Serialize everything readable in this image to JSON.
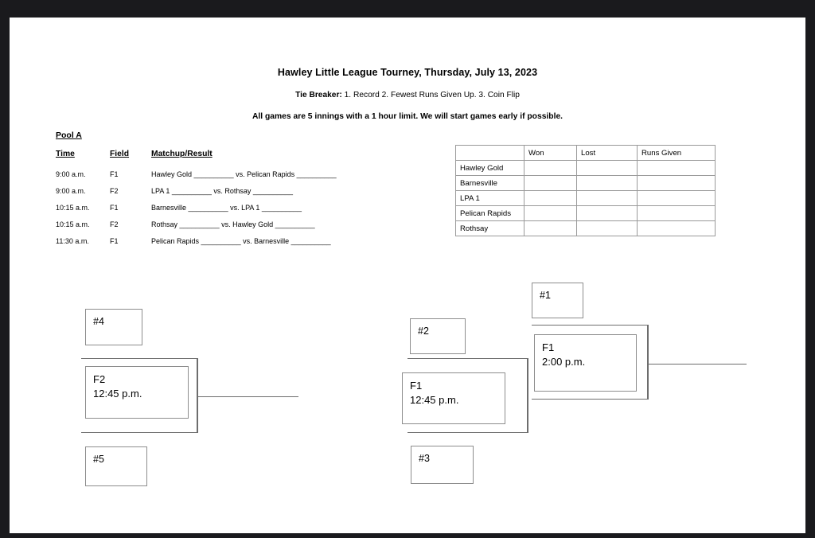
{
  "header": {
    "title": "Hawley Little League Tourney, Thursday, July 13, 2023",
    "tiebreaker_label": "Tie Breaker:",
    "tiebreaker_text": " 1. Record 2. Fewest Runs Given Up. 3. Coin Flip",
    "rules": "All games are 5 innings with a 1 hour limit. We will start games early if possible."
  },
  "pool": {
    "label": "Pool A",
    "columns": {
      "time": "Time",
      "field": "Field",
      "matchup": "Matchup/Result"
    },
    "games": [
      {
        "time": "9:00 a.m.",
        "field": "F1",
        "matchup": "Hawley Gold __________ vs. Pelican Rapids __________"
      },
      {
        "time": "9:00 a.m.",
        "field": "F2",
        "matchup": "LPA 1 __________ vs. Rothsay __________"
      },
      {
        "time": "10:15 a.m.",
        "field": "F1",
        "matchup": "Barnesville __________ vs. LPA 1 __________"
      },
      {
        "time": "10:15 a.m.",
        "field": "F2",
        "matchup": "Rothsay __________ vs. Hawley Gold __________"
      },
      {
        "time": "11:30 a.m.",
        "field": "F1",
        "matchup": "Pelican Rapids __________ vs. Barnesville __________"
      }
    ]
  },
  "standings": {
    "headers": [
      "",
      "Won",
      "Lost",
      "Runs Given"
    ],
    "rows": [
      {
        "team": "Hawley Gold",
        "won": "",
        "lost": "",
        "runs_given": ""
      },
      {
        "team": "Barnesville",
        "won": "",
        "lost": "",
        "runs_given": ""
      },
      {
        "team": "LPA 1",
        "won": "",
        "lost": "",
        "runs_given": ""
      },
      {
        "team": "Pelican Rapids",
        "won": "",
        "lost": "",
        "runs_given": ""
      },
      {
        "team": "Rothsay",
        "won": "",
        "lost": "",
        "runs_given": ""
      }
    ]
  },
  "bracket": {
    "seed4": "#4",
    "seed5": "#5",
    "seed1": "#1",
    "seed2": "#2",
    "seed3": "#3",
    "game_f2_1245": {
      "field": "F2",
      "time": "12:45 p.m."
    },
    "game_f1_1245": {
      "field": "F1",
      "time": "12:45 p.m."
    },
    "game_f1_200": {
      "field": "F1",
      "time": "2:00 p.m."
    }
  }
}
